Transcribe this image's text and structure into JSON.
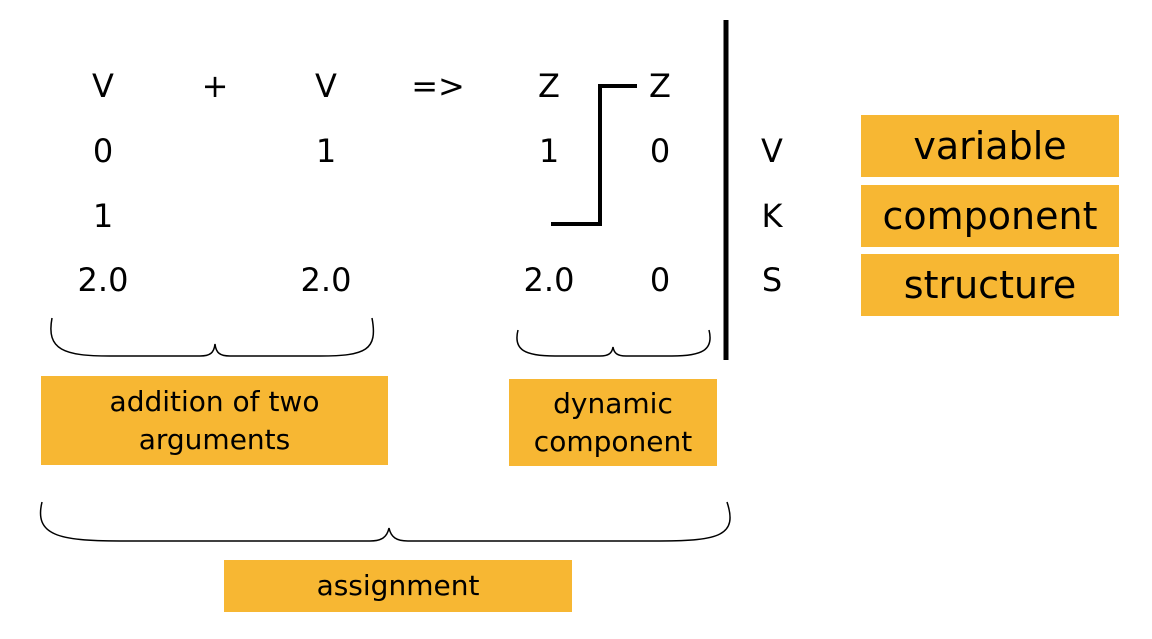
{
  "header": {
    "col1": "V",
    "plus": "+",
    "col2": "V",
    "arrow": "=>",
    "col3": "Z",
    "col4": "Z"
  },
  "rows": [
    {
      "col1": "0",
      "col2": "1",
      "col3": "1",
      "col4": "0",
      "label": "V"
    },
    {
      "col1": "1",
      "col2": "",
      "col3": "",
      "col4": "",
      "label": "K"
    },
    {
      "col1": "2.0",
      "col2": "2.0",
      "col3": "2.0",
      "col4": "0",
      "label": "S"
    }
  ],
  "legend": {
    "variable": "variable",
    "component": "component",
    "structure": "structure"
  },
  "notes": {
    "addition_line1": "addition of two",
    "addition_line2": "arguments",
    "dynamic_line1": "dynamic",
    "dynamic_line2": "component",
    "assignment": "assignment"
  },
  "colors": {
    "box": "#f7b733",
    "line": "#000000"
  }
}
